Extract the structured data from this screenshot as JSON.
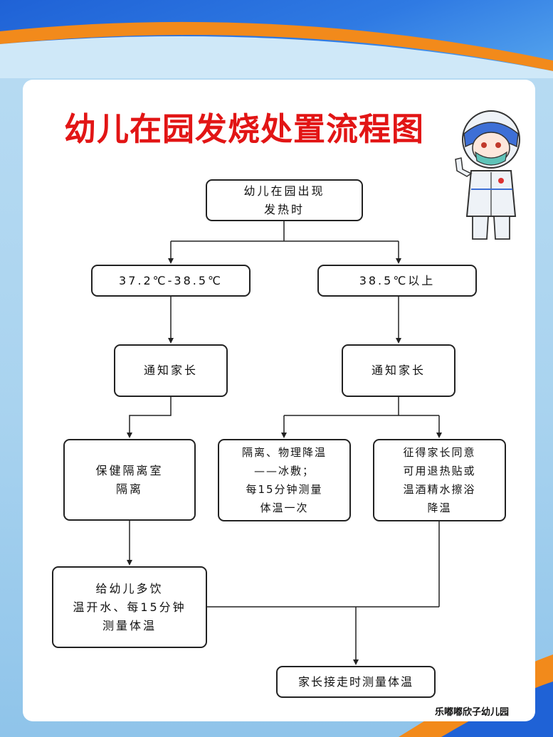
{
  "title": "幼儿在园发烧处置流程图",
  "nodes": {
    "start": "幼儿在园出现\n发热时",
    "range_low": "37.2℃-38.5℃",
    "range_high": "38.5℃以上",
    "notify_left": "通知家长",
    "notify_right": "通知家长",
    "isolation_room": "保健隔离室\n隔离",
    "physical_cooling": "隔离、物理降温\n——冰敷；\n每15分钟测量\n体温一次",
    "fever_patch": "征得家长同意\n可用退热贴或\n温酒精水擦浴\n降温",
    "drink_water": "给幼儿多饮\n温开水、每15分钟\n测量体温",
    "pickup": "家长接走时测量体温"
  },
  "footer": "乐嘟嘟欣子幼儿园",
  "colors": {
    "title": "#e21515",
    "top_band": "#1f62d6",
    "accent": "#f28a1b",
    "background": "#a9d3ef"
  },
  "icons": {
    "mascot": "doctor-protective-suit-icon"
  }
}
